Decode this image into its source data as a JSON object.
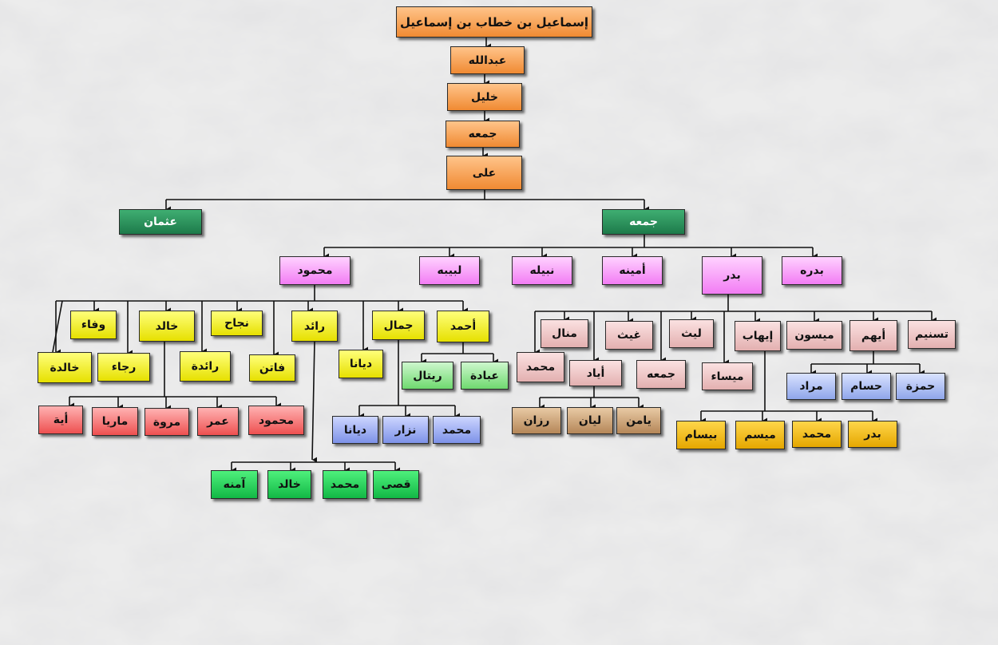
{
  "nodes": {
    "root": "إسماعيل بن خطاب بن إسماعيل",
    "abdullah": "عبدالله",
    "khalil": "خليل",
    "jumaa1": "جمعه",
    "ali": "على",
    "othman": "عثمان",
    "jumaa2": "جمعه",
    "mahmoud": "محمود",
    "labiba": "لبيبه",
    "nabila": "نبيله",
    "amina": "أمينه",
    "badr": "بدر",
    "badra": "بدره",
    "wafaa": "وفاء",
    "khaled": "خالد",
    "najah": "نجاح",
    "raed": "رائد",
    "jamal": "جمال",
    "ahmad": "أحمد",
    "khalda": "خالدة",
    "rajaa": "رجاء",
    "raeda": "رائدة",
    "faten": "فاتن",
    "diana1": "ديانا",
    "rital": "ريتال",
    "ebada": "عبادة",
    "aya": "أية",
    "maria": "ماريا",
    "marwa": "مروة",
    "omar": "عمر",
    "mahmoud2": "محمود",
    "diana2": "ديانا",
    "nizar": "نزار",
    "mohammad1": "محمد",
    "amna": "آمنه",
    "khaled2": "خالد",
    "mohammad2": "محمد",
    "qusai": "قصى",
    "manal": "منال",
    "ghaith": "غيث",
    "laith": "ليث",
    "ihab": "إيهاب",
    "maysoun": "ميسون",
    "ayham": "أيهم",
    "tasneem": "تسنيم",
    "mohammad3": "محمد",
    "ayad": "أياد",
    "jumaa3": "جمعه",
    "maysaa": "ميساء",
    "murad": "مراد",
    "hussam": "حسام",
    "hamza": "حمزة",
    "razan": "رزان",
    "layan": "ليان",
    "yamen": "يامن",
    "bassam": "بيسام",
    "maysam": "ميسم",
    "mohammad4": "محمد",
    "badr2": "بدر"
  },
  "colors": {
    "generation_1_to_5": "#f5a05a",
    "generation_6": "#2e8b57",
    "children_of_jumaa": "#f7a8f7",
    "children_of_mahmoud": "#f2ee14",
    "children_of_badr": "#f0c8c8",
    "connector": "#111111",
    "background": "#dcdcdc"
  }
}
